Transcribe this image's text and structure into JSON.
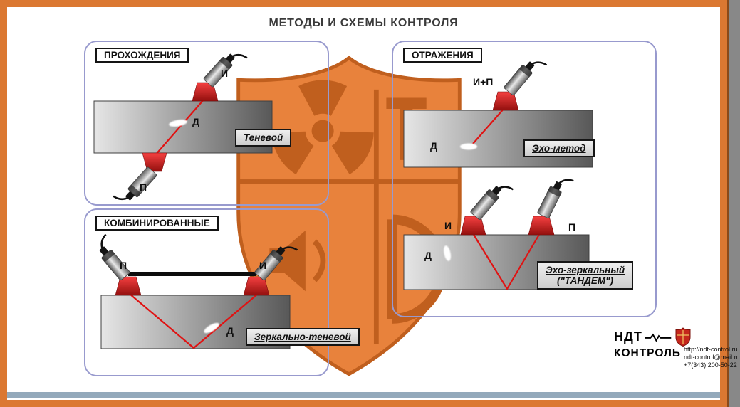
{
  "title": "МЕТОДЫ И СХЕМЫ КОНТРОЛЯ",
  "panels": {
    "transmission": {
      "label": "ПРОХОЖДЕНИЯ",
      "method": "Теневой",
      "emitter": "И",
      "receiver": "П",
      "defect": "Д"
    },
    "reflection": {
      "label": "ОТРАЖЕНИЯ",
      "echo": {
        "method": "Эхо-метод",
        "probe": "И+П",
        "defect": "Д"
      },
      "tandem": {
        "method_line1": "Эхо-зеркальный",
        "method_line2": "(\"ТАНДЕМ\")",
        "emitter": "И",
        "receiver": "П",
        "defect": "Д"
      }
    },
    "combined": {
      "label": "КОМБИНИРОВАННЫЕ",
      "method": "Зеркально-теневой",
      "emitter": "И",
      "receiver": "П",
      "defect": "Д"
    }
  },
  "brand": {
    "name_line1": "НДТ",
    "name_line2": "КОНТРОЛЬ",
    "website": "http://ndt-control.ru",
    "email": "ndt-control@mail.ru",
    "phone": "+7(343) 200-50-22"
  },
  "colors": {
    "frame": "#db7832",
    "shield": "#e8823c",
    "shield_outline": "#c05f1e",
    "panel_border": "#989ace",
    "beam": "#e01212"
  }
}
